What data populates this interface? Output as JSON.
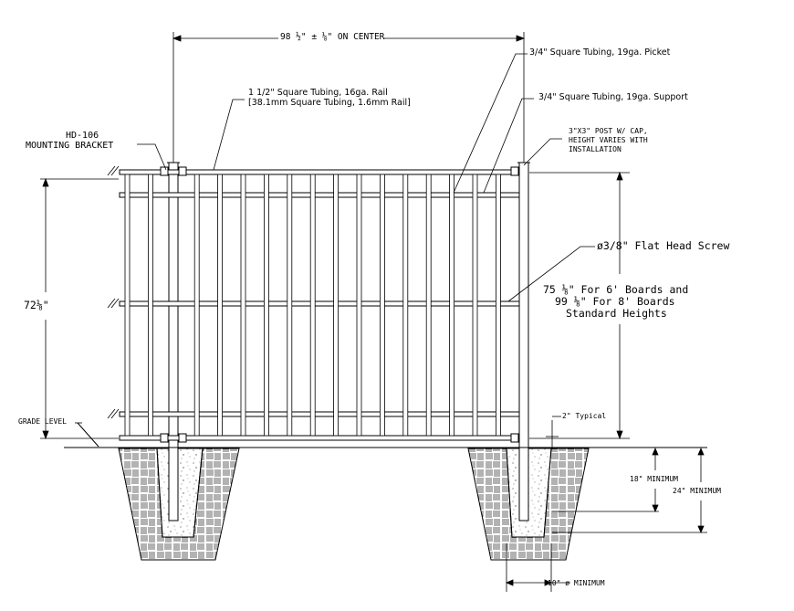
{
  "dimensions": {
    "on_center": "98 ½\" ± ⅛\" ON CENTER",
    "height": "72⅛\"",
    "typical_gap": "2\" Typical",
    "min_18": "18\" MINIMUM",
    "min_24": "24\" MINIMUM",
    "min_dia": "10\" ø MINIMUM"
  },
  "callouts": {
    "rail_line1": "1 1/2\" Square Tubing, 16ga. Rail",
    "rail_line2": "[38.1mm Square Tubing, 1.6mm Rail]",
    "bracket_line1": "HD-106",
    "bracket_line2": "MOUNTING BRACKET",
    "picket": "3/4\" Square Tubing, 19ga. Picket",
    "support": "3/4\" Square Tubing, 19ga. Support",
    "post_line1": "3\"X3\" POST W/ CAP,",
    "post_line2": "HEIGHT VARIES WITH",
    "post_line3": "INSTALLATION",
    "screw": "ø3/8\" Flat Head Screw",
    "boards_line1": "75 ⅛\" For 6' Boards and",
    "boards_line2": "99 ⅛\" For 8' Boards",
    "boards_line3": "Standard Heights",
    "grade": "GRADE LEVEL"
  },
  "colors": {
    "line": "#000000",
    "concrete": "#555555"
  }
}
